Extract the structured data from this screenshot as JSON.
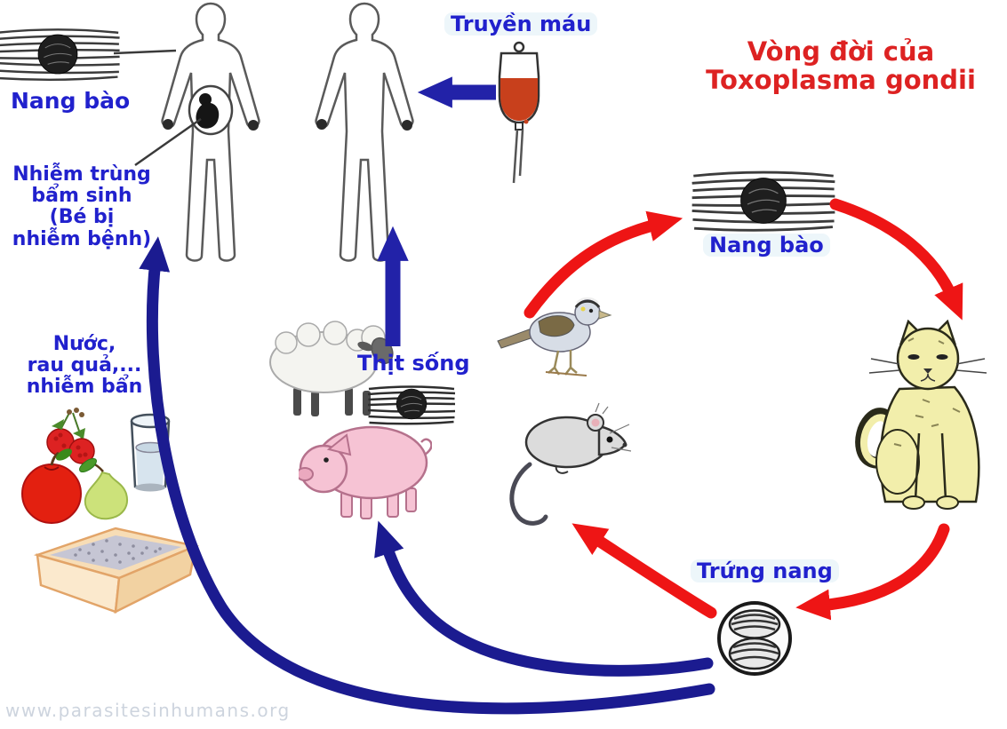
{
  "title": {
    "lines": [
      "Vòng đời của",
      "Toxoplasma gondii"
    ]
  },
  "labels": {
    "tissue_cyst_left": "Nang bào",
    "congenital_infection": {
      "lines": [
        "Nhiễm trùng",
        "bẩm sinh",
        "(Bé bị",
        "nhiễm bệnh)"
      ]
    },
    "blood_transfusion": "Truyền máu",
    "contaminated_food": {
      "lines": [
        "Nước,",
        "rau quả,...",
        "nhiễm bẩn"
      ]
    },
    "raw_meat": "Thịt sống",
    "tissue_cyst_right": "Nang bào",
    "oocyst": "Trứng nang"
  },
  "watermark": "www.parasitesinhumans.org",
  "colors": {
    "label_blue": "#2121cd",
    "title_red": "#dd2222",
    "arrow_blue": "#1b1b90",
    "arrow_red": "#ee1515",
    "cat_yellow": "#f2eeab",
    "pig_pink": "#f6c3d4",
    "sheep_white": "#f4f4f0",
    "blood_red": "#c8401c",
    "litter_tan": "#f7ddb6",
    "watermark_gray": "#cdd4de"
  },
  "illustrations": [
    "tissue-cyst",
    "pregnant-woman",
    "fetus",
    "man",
    "blood-bag",
    "bird",
    "mouse",
    "cat",
    "sheep",
    "pig",
    "raw-meat-cyst",
    "berries",
    "apple",
    "pear",
    "water-glass",
    "litter-box",
    "oocyst"
  ],
  "arrows": [
    {
      "name": "blood-bag-to-human",
      "color": "blue"
    },
    {
      "name": "raw-meat-to-human",
      "color": "blue"
    },
    {
      "name": "oocyst-to-pregnant-woman",
      "color": "blue"
    },
    {
      "name": "oocyst-to-livestock",
      "color": "blue"
    },
    {
      "name": "prey-to-tissue-cyst",
      "color": "red"
    },
    {
      "name": "tissue-cyst-to-cat",
      "color": "red"
    },
    {
      "name": "cat-to-oocyst",
      "color": "red"
    },
    {
      "name": "oocyst-to-mouse",
      "color": "red"
    }
  ]
}
